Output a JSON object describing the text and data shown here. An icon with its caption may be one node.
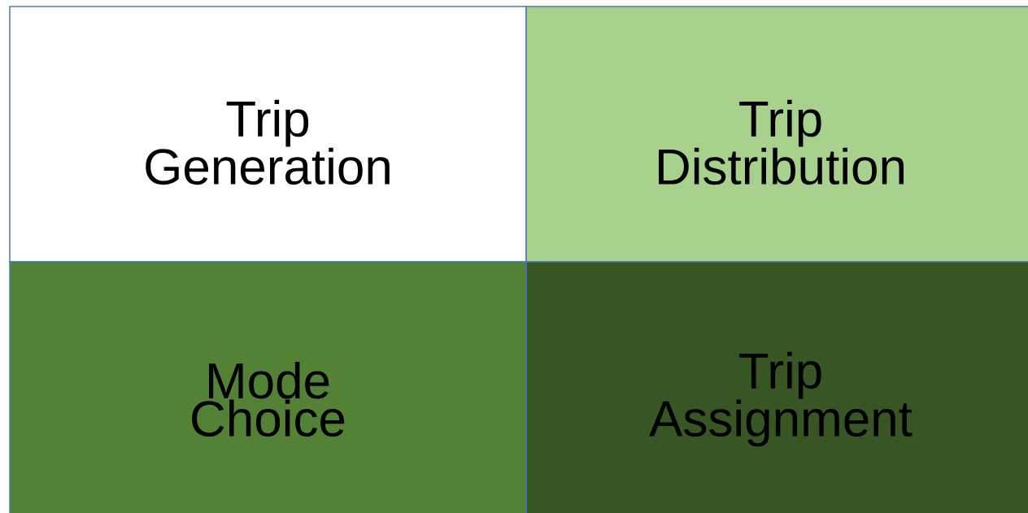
{
  "diagram": {
    "nodes": [
      {
        "text": [
          "Trip Generation"
        ]
      },
      {
        "text": [
          "Trip Distribution"
        ]
      },
      {
        "text": [
          "Mode Choice"
        ]
      },
      {
        "text": [
          "Trip Assignment"
        ]
      }
    ]
  }
}
